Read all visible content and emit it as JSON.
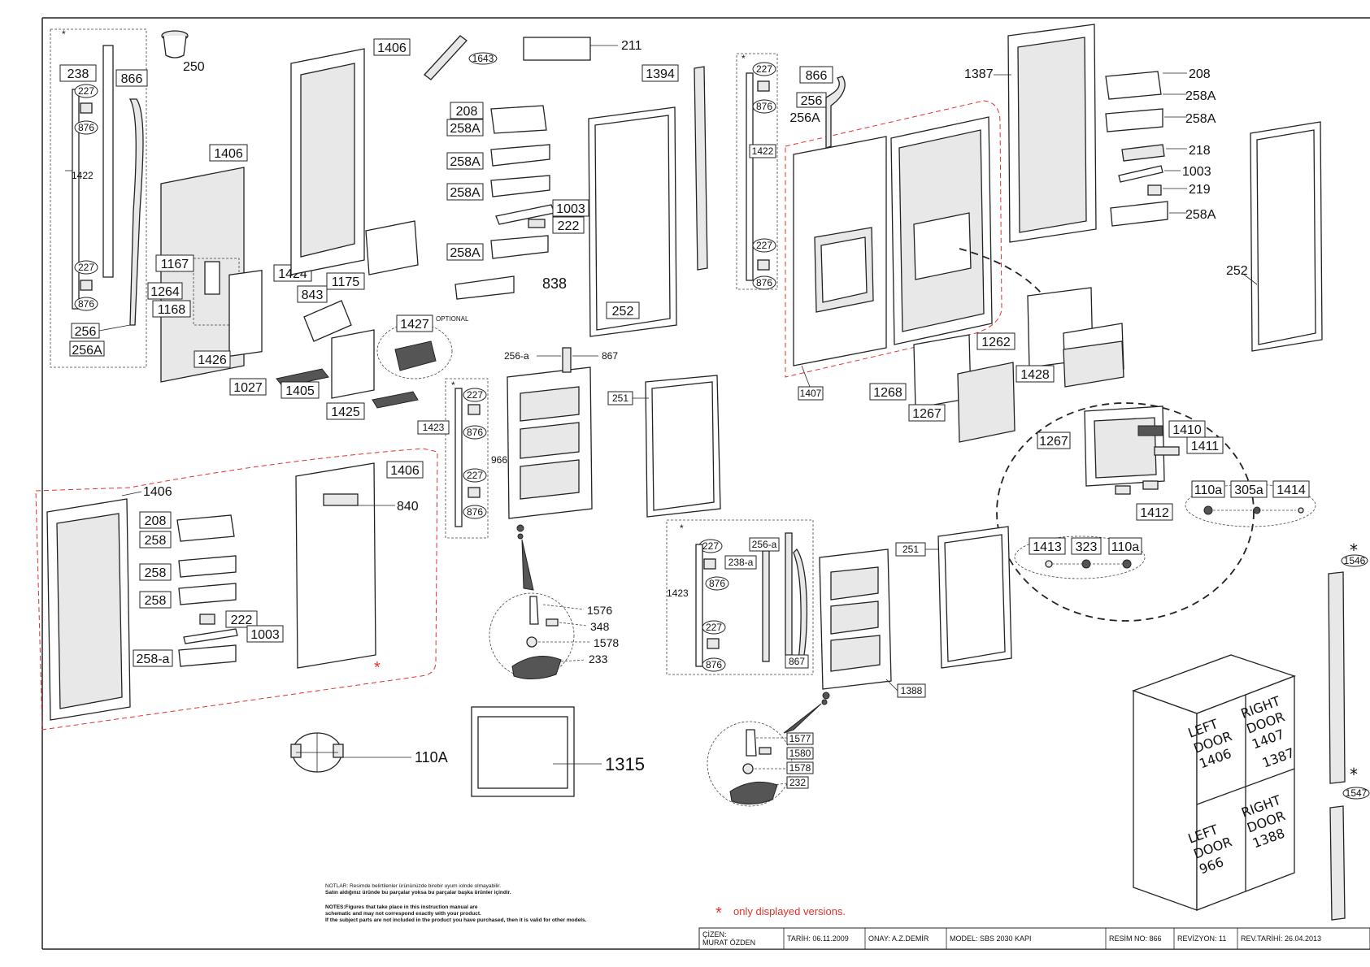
{
  "labels": {
    "l238": "238",
    "l227a": "227",
    "l876a": "876",
    "l1422a": "1422",
    "l227b": "227",
    "l876b": "876",
    "l256a": "256",
    "l256Aa": "256A",
    "l866a": "866",
    "l250": "250",
    "l1406a": "1406",
    "l1406b": "1406",
    "l1643": "1643",
    "l211": "211",
    "l208a": "208",
    "l258Aa": "258A",
    "l258Ab": "258A",
    "l258Ac": "258A",
    "l1003a": "1003",
    "l222a": "222",
    "l258Ad": "258A",
    "l838": "838",
    "l1394": "1394",
    "l252a": "252",
    "l1167": "1167",
    "l1264": "1264",
    "l1168": "1168",
    "l1424": "1424",
    "l843": "843",
    "l1175": "1175",
    "l1427": "1427",
    "optional": "OPTIONAL",
    "l1426": "1426",
    "l1027": "1027",
    "l1405": "1405",
    "l1425": "1425",
    "l227c": "227",
    "l876c": "876",
    "l1422b": "1422",
    "l227d": "227",
    "l876d": "876",
    "l866b": "866",
    "l256b": "256",
    "l256Ab": "256A",
    "l1387": "1387",
    "l208b": "208",
    "l258Ae": "258A",
    "l258Af": "258A",
    "l218": "218",
    "l1003b": "1003",
    "l219": "219",
    "l258Ag": "258A",
    "l252b": "252",
    "l1262": "1262",
    "l1428": "1428",
    "l1268": "1268",
    "l1267a": "1267",
    "l1407": "1407",
    "l1267b": "1267",
    "l1410": "1410",
    "l1411": "1411",
    "l110a1": "110a",
    "l305a": "305a",
    "l1414": "1414",
    "l1412": "1412",
    "l1413": "1413",
    "l323": "323",
    "l110a2": "110a",
    "l1546": "1546",
    "l1547": "1547",
    "l256a2": "256-a",
    "l867a": "867",
    "l1423a": "1423",
    "l227e": "227",
    "l876e": "876",
    "l227f": "227",
    "l876f": "876",
    "l966": "966",
    "l251a": "251",
    "l251b": "251",
    "l1406c": "1406",
    "l208c": "208",
    "l258a": "258",
    "l258b": "258",
    "l258c": "258",
    "l222b": "222",
    "l1003c": "1003",
    "l258a3": "258-a",
    "l1406d": "1406",
    "l840": "840",
    "l1576": "1576",
    "l348": "348",
    "l1578a": "1578",
    "l233": "233",
    "l227g": "227",
    "l876g": "876",
    "l227h": "227",
    "l876h": "876",
    "l1423b": "1423",
    "l238a": "238-a",
    "l256a3": "256-a",
    "l867b": "867",
    "l1388": "1388",
    "l1577": "1577",
    "l1580": "1580",
    "l1578b": "1578",
    "l232": "232",
    "l110A": "110A",
    "l1315": "1315"
  },
  "cabinet": {
    "left_top": [
      "LEFT",
      "DOOR",
      "1406"
    ],
    "right_top": [
      "RIGHT",
      "DOOR",
      "1407",
      "1387"
    ],
    "left_bottom": [
      "LEFT",
      "DOOR",
      "966"
    ],
    "right_bottom": [
      "RIGHT",
      "DOOR",
      "1388"
    ]
  },
  "notes": {
    "tr_1": "NOTLAR: Resimde belirtilenler ürününüzde birebir uyum iolnde olmayabilir.",
    "tr_2": "Satın aldığınız üründe bu parçalar yoksa bu parçalar başka ürünler içindir.",
    "en_1": "NOTES:Figures that take place in this instruction manual are",
    "en_2": "schematic and may not correspond exactly with your product.",
    "en_3": "If the subject parts are not included in the product you have purchased, then it is valid for other models."
  },
  "legend": {
    "star": "*",
    "text": "only displayed versions."
  },
  "title_block": {
    "cizen_label": "ÇİZEN:",
    "cizen_name": "MURAT ÖZDEN",
    "tarih": "TARİH: 06.11.2009",
    "onay": "ONAY:  A.Z.DEMİR",
    "model": "MODEL: SBS 2030 KAPI",
    "resim": "RESİM NO: 866",
    "revizyon": "REVİZYON: 11",
    "rev_tarih": "REV.TARİHİ: 26.04.2013"
  },
  "colors": {
    "accent_red": "#e0322a",
    "line": "#222222"
  }
}
